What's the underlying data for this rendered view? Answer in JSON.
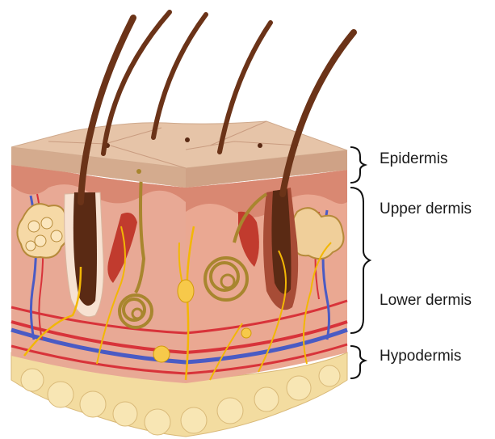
{
  "labels": {
    "epidermis": "Epidermis",
    "upper_dermis": "Upper dermis",
    "lower_dermis": "Lower dermis",
    "hypodermis": "Hypodermis"
  },
  "colors": {
    "epidermis": "#d9b59a",
    "epidermis_top": "#e6c4a8",
    "dermis": "#e8a995",
    "dermis_dark": "#d98872",
    "hypodermis": "#f3dca0",
    "hair": "#5a2a14",
    "nerve": "#f2b705",
    "artery": "#d8333a",
    "vein": "#4a5bc4",
    "gland": "#a8862e",
    "bracket": "#111111"
  }
}
